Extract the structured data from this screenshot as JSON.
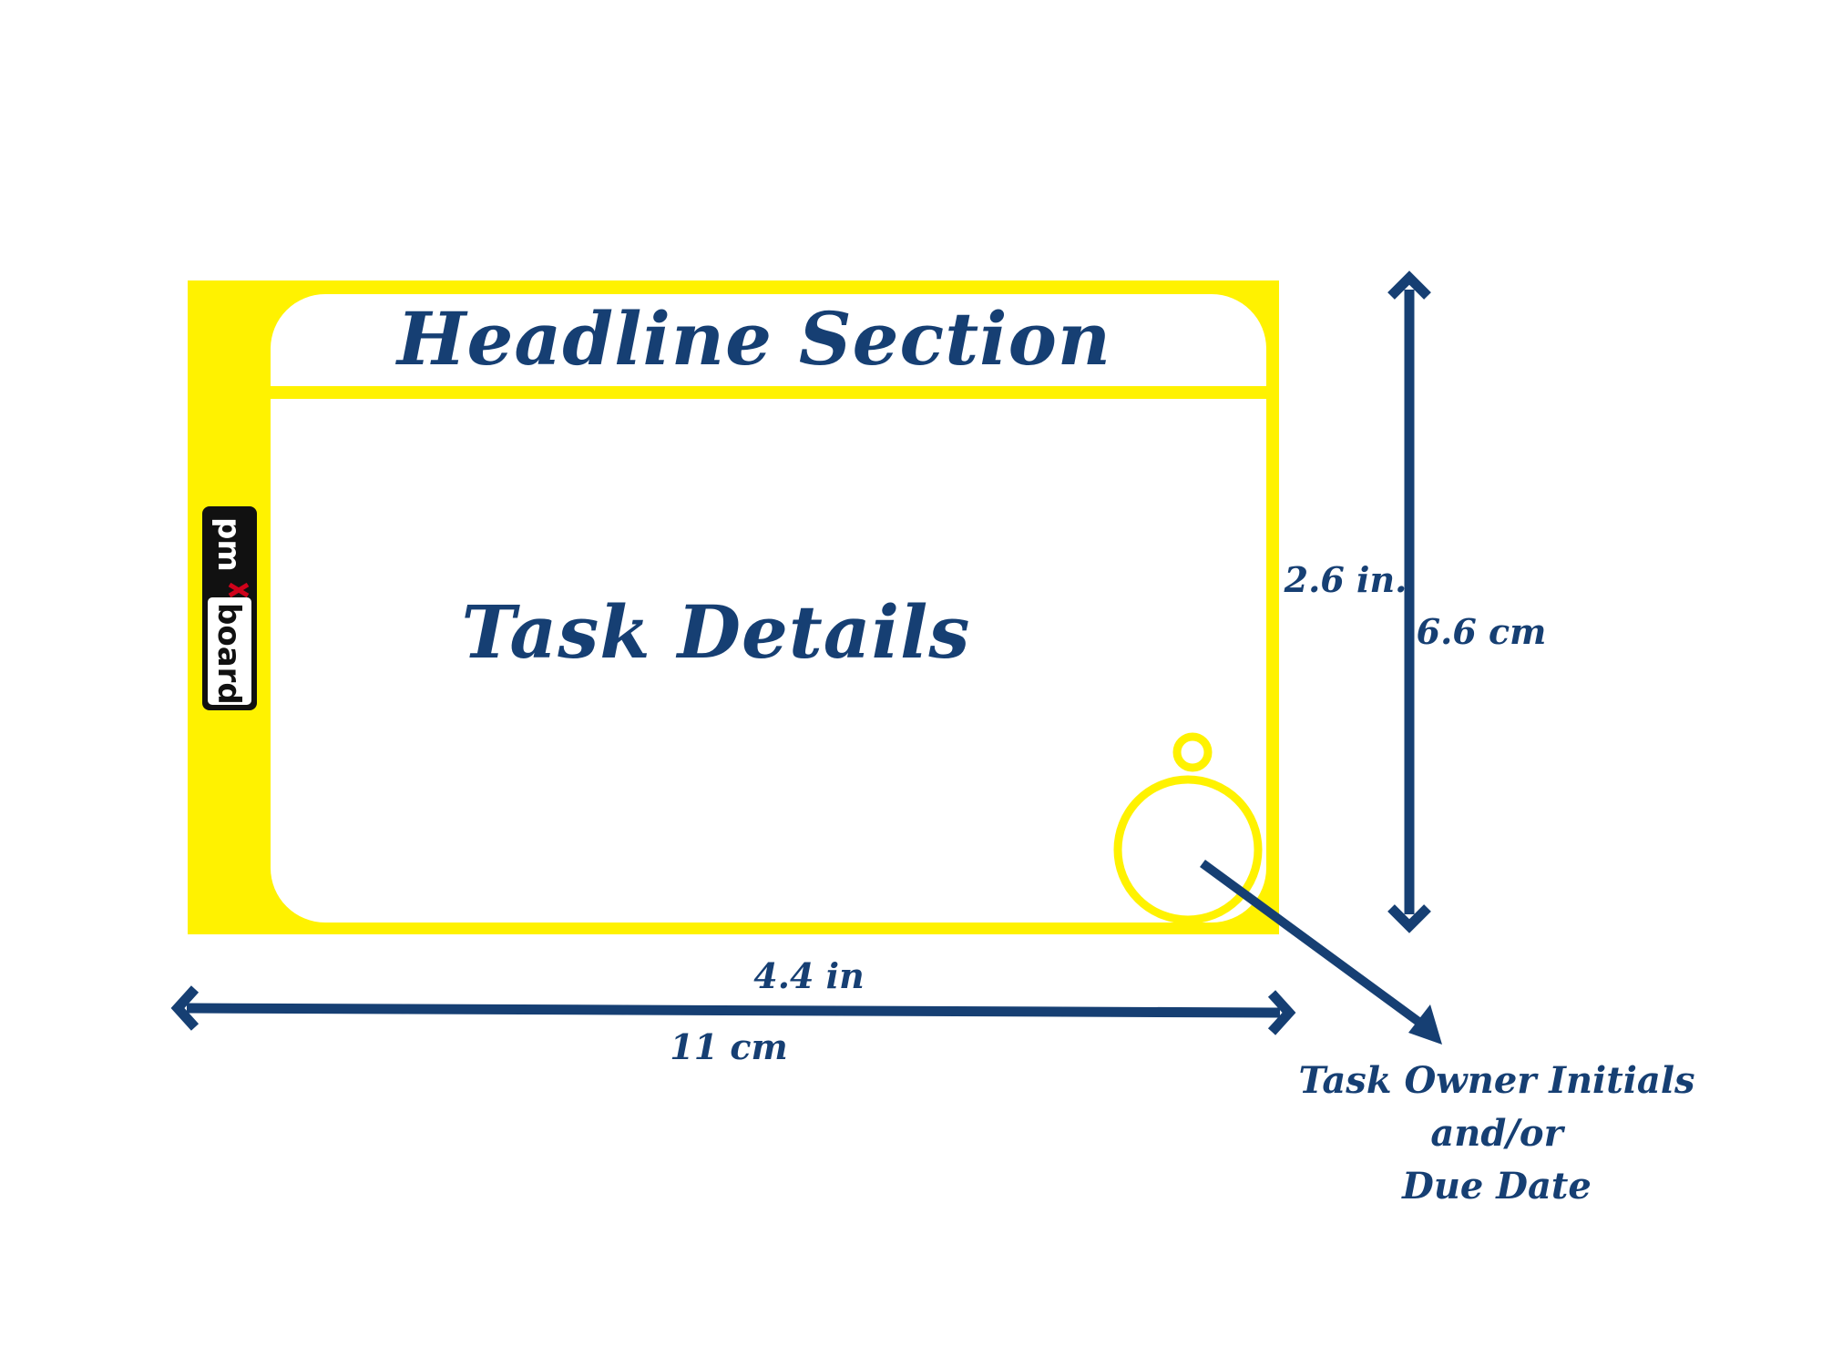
{
  "colors": {
    "card_yellow": "#fff200",
    "text_blue": "#163f73",
    "arrow_blue": "#163f73",
    "background": "#ffffff",
    "logo_bg": "#111111",
    "logo_accent": "#d0021b"
  },
  "card": {
    "headline": "Headline Section",
    "body": "Task Details",
    "logo": {
      "part1": "pm",
      "part2": "board",
      "orientation": "rotated 90° clockwise"
    },
    "tag_ring": "circle with hanging loop, bottom-right corner"
  },
  "dimensions": {
    "height_in": "2.6 in.",
    "height_cm": "6.6 cm",
    "width_in": "4.4 in",
    "width_cm": "11 cm"
  },
  "callout": {
    "lines": [
      "Task Owner Initials",
      "and/or",
      "Due Date"
    ],
    "arrow_icon": "pointer-arrow-icon"
  },
  "icons": {
    "vertical_dimension": "double-arrow-vertical-icon",
    "horizontal_dimension": "double-arrow-horizontal-icon"
  }
}
